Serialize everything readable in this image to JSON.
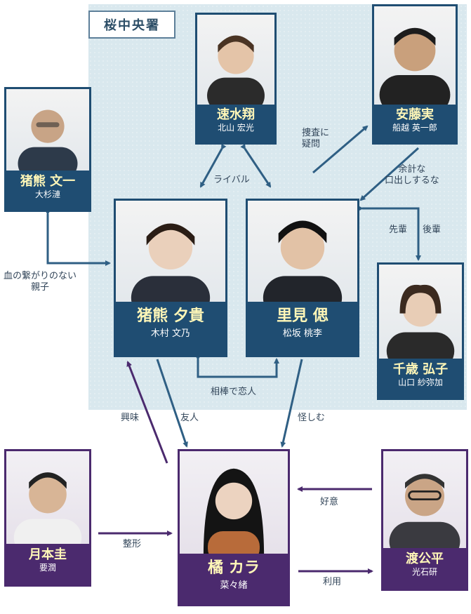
{
  "organization": "桜中央署",
  "colors": {
    "police": "#1f4d72",
    "other": "#4b2a6e",
    "arrow_blue": "#2f5f84",
    "arrow_purple": "#4b2a6e",
    "role_text": "#fff7b8"
  },
  "characters": {
    "hayami": {
      "role": "速水翔",
      "actor": "北山 宏光"
    },
    "ando": {
      "role": "安藤実",
      "actor": "船越 英一郎"
    },
    "inokuma_bunichi": {
      "role": "猪熊 文一",
      "actor": "大杉漣"
    },
    "inokuma_yuki": {
      "role": "猪熊 夕貴",
      "actor": "木村 文乃"
    },
    "satomi": {
      "role": "里見 偲",
      "actor": "松坂 桃李"
    },
    "chitose": {
      "role": "千歳 弘子",
      "actor": "山口 紗弥加"
    },
    "tsukimoto": {
      "role": "月本圭",
      "actor": "要潤"
    },
    "tachibana": {
      "role": "橘 カラ",
      "actor": "菜々緒"
    },
    "watari": {
      "role": "渡公平",
      "actor": "光石研"
    }
  },
  "relations": {
    "rival": "ライバル",
    "doubt": [
      "捜査に",
      "疑問"
    ],
    "meddle": [
      "余計な",
      "口出しするな"
    ],
    "senior": "先輩",
    "junior": "後輩",
    "family": [
      "血の繋がりのない",
      "親子"
    ],
    "partner": "相棒で恋人",
    "interest": "興味",
    "friend": "友人",
    "suspect": "怪しむ",
    "goodwill": "好意",
    "surgery": "整形",
    "use": "利用"
  }
}
